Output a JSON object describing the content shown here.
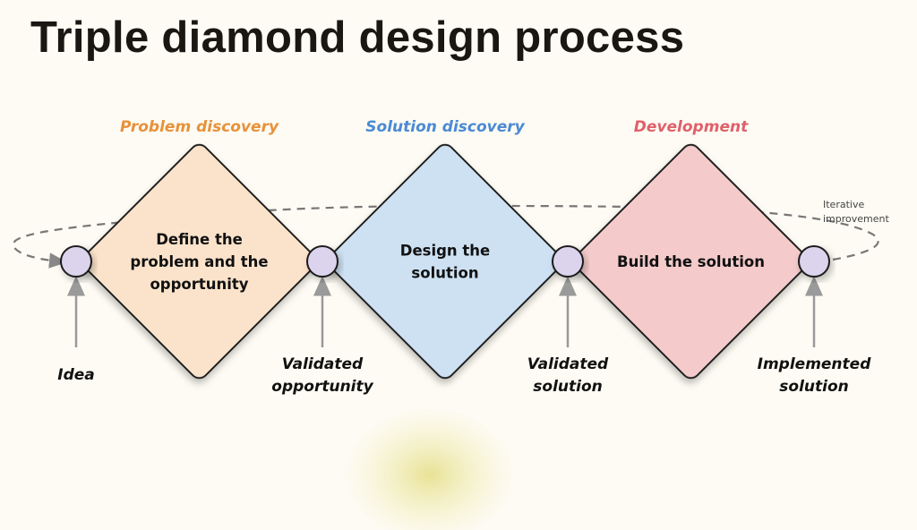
{
  "title": "Triple diamond design process",
  "phases": [
    {
      "label": "Problem discovery",
      "color": "#e8913a",
      "fill": "#fbe3cb",
      "text": [
        "Define the",
        "problem and the",
        "opportunity"
      ]
    },
    {
      "label": "Solution discovery",
      "color": "#4a8ad4",
      "fill": "#cde1f3",
      "text": [
        "Design the",
        "solution"
      ]
    },
    {
      "label": "Development",
      "color": "#e0606a",
      "fill": "#f4cacb",
      "text": [
        "Build the solution"
      ]
    }
  ],
  "milestones": [
    {
      "text": [
        "Idea"
      ]
    },
    {
      "text": [
        "Validated",
        "opportunity"
      ]
    },
    {
      "text": [
        "Validated",
        "solution"
      ]
    },
    {
      "text": [
        "Implemented",
        "solution"
      ]
    }
  ],
  "loop_label": [
    "Iterative",
    "improvement"
  ],
  "colors": {
    "node": "#dcd3ec",
    "arrow": "#9a9a9a",
    "dash": "#777777"
  }
}
